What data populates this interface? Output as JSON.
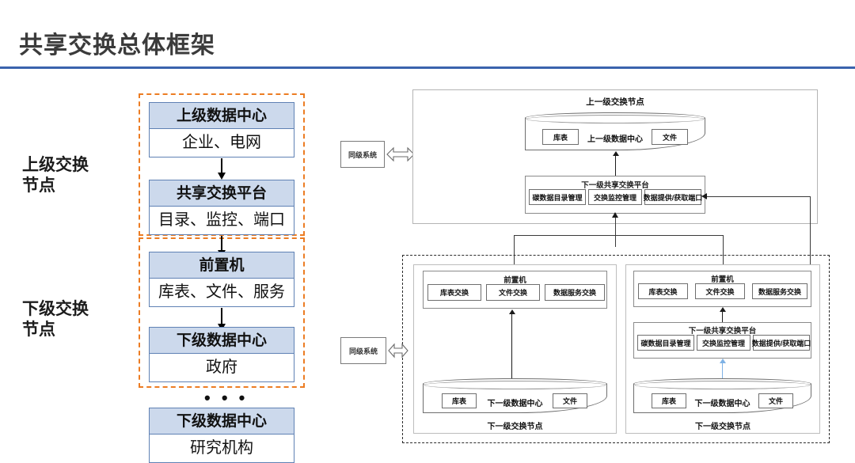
{
  "title": "共享交换总体框架",
  "accent_color": "#3a63ad",
  "dashed_color": "#ec7c23",
  "box_header_fill": "#ccd9ec",
  "box_border": "#5f81b4",
  "blue_arrow_color": "#7fb2e5",
  "left_column": {
    "groups": [
      {
        "label": "上级交换\n节点"
      },
      {
        "label": "下级交换\n节点"
      }
    ],
    "ellipsis": "• • •",
    "boxes": [
      {
        "header": "上级数据中心",
        "body": "企业、电网"
      },
      {
        "header": "共享交换平台",
        "body": "目录、监控、端口"
      },
      {
        "header": "前置机",
        "body": "库表、文件、服务"
      },
      {
        "header": "下级数据中心",
        "body": "政府"
      },
      {
        "header": "下级数据中心",
        "body": "研究机构"
      }
    ]
  },
  "diagram": {
    "peer_system_label": "同级系统",
    "upper_node": {
      "caption": "上一级交换节点",
      "datacenter": {
        "label": "上一级数据中心",
        "left_chip": "库表",
        "right_chip": "文件"
      },
      "platform": {
        "title": "下一级共享交换平台",
        "chips": [
          "碳数据目录管理",
          "交换监控管理",
          "数据提供/获取端口"
        ]
      }
    },
    "child_nodes": [
      {
        "caption": "下一级交换节点",
        "front_end": {
          "title": "前置机",
          "chips": [
            "库表交换",
            "文件交换",
            "数据服务交换"
          ]
        },
        "datacenter": {
          "label": "下一级数据中心",
          "left_chip": "库表",
          "right_chip": "文件"
        },
        "has_platform": false
      },
      {
        "caption": "下一级交换节点",
        "front_end": {
          "title": "前置机",
          "chips": [
            "库表交换",
            "文件交换",
            "数据服务交换"
          ]
        },
        "platform": {
          "title": "下一级共享交换平台",
          "chips": [
            "碳数据目录管理",
            "交换监控管理",
            "数据提供/获取端口"
          ]
        },
        "datacenter": {
          "label": "下一级数据中心",
          "left_chip": "库表",
          "right_chip": "文件"
        },
        "has_platform": true
      }
    ]
  }
}
